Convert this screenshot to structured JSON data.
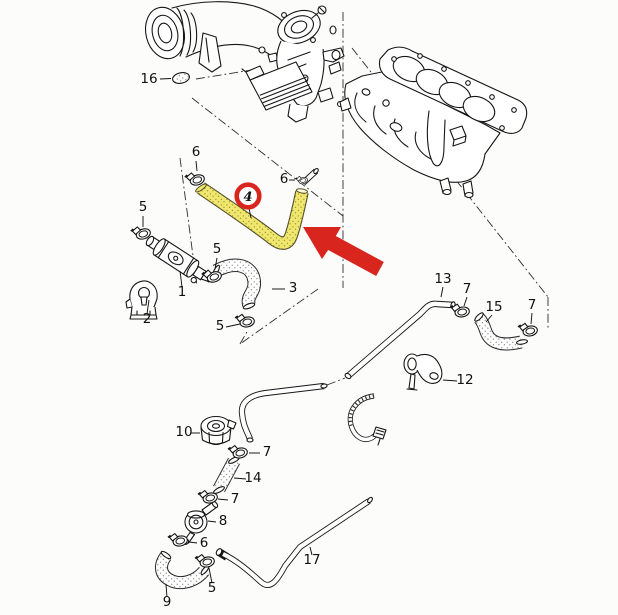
{
  "diagram": {
    "colors": {
      "highlight_yellow": "#efe76f",
      "accent_red": "#d8251e",
      "line": "#161616",
      "background": "#fcfcfb"
    },
    "highlighted_part_number": "4"
  },
  "badge": {
    "number": "4"
  },
  "labels": [
    {
      "part": "16"
    },
    {
      "part": "6"
    },
    {
      "part": "5"
    },
    {
      "part": "6"
    },
    {
      "part": "5"
    },
    {
      "part": "1"
    },
    {
      "part": "2"
    },
    {
      "part": "3"
    },
    {
      "part": "5"
    },
    {
      "part": "13"
    },
    {
      "part": "7"
    },
    {
      "part": "15"
    },
    {
      "part": "7"
    },
    {
      "part": "12"
    },
    {
      "part": "10"
    },
    {
      "part": "7"
    },
    {
      "part": "14"
    },
    {
      "part": "7"
    },
    {
      "part": "8"
    },
    {
      "part": "6"
    },
    {
      "part": "5"
    },
    {
      "part": "9"
    },
    {
      "part": "17"
    }
  ]
}
